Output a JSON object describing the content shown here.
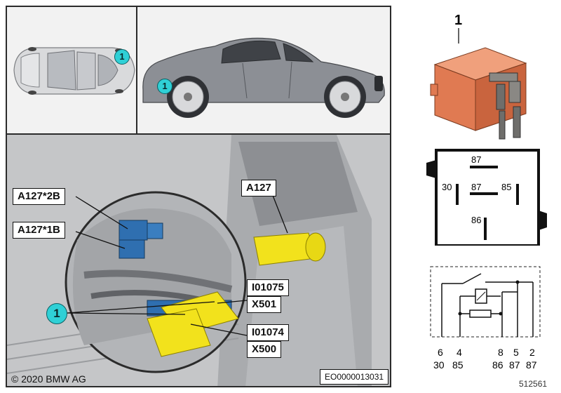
{
  "colors": {
    "callout_cyan": "#2fd0d6",
    "relay_orange": "#e07a52",
    "connector_blue": "#2f6fb0",
    "connector_yellow": "#f2e21c",
    "car_gray": "#8c8f95"
  },
  "panels": {
    "top_view": {
      "callout": "1"
    },
    "side_view": {
      "callout": "1"
    },
    "engine_bay": {
      "labels": [
        "A127*2B",
        "A127*1B",
        "A127",
        "I01075",
        "X501",
        "I01074",
        "X500"
      ],
      "callout": "1",
      "copyright": "© 2020 BMW AG",
      "image_code": "EO0000013031"
    }
  },
  "relay": {
    "item_number": "1",
    "pinout_labels": [
      "87",
      "30",
      "87",
      "85",
      "86"
    ]
  },
  "schematic": {
    "pin_numbers": [
      "6",
      "4",
      "8",
      "5",
      "2"
    ],
    "terminal_numbers": [
      "30",
      "85",
      "86",
      "87",
      "87"
    ]
  },
  "footer": {
    "doc_number": "512561"
  }
}
